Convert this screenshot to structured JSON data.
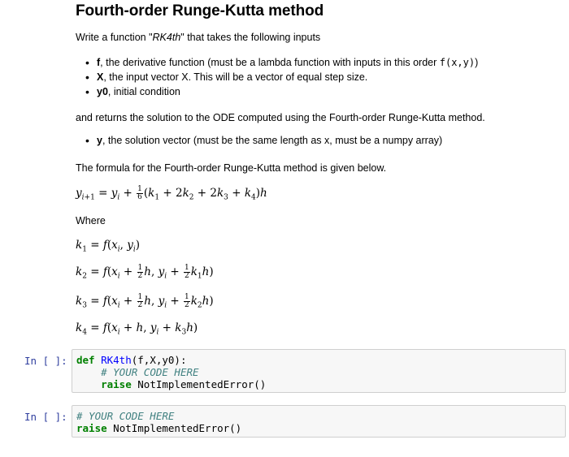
{
  "title": "Fourth-order Runge-Kutta method",
  "intro": {
    "prefix": "Write a function \"",
    "name": "RK4th",
    "suffix": "\" that takes the following inputs"
  },
  "inputs": [
    {
      "name": "f",
      "text": ", the derivative function (must be a lambda function with inputs in this order ",
      "code": "f(x,y)",
      "tail": ")"
    },
    {
      "name": "X",
      "text": ", the input vector X. This will be a vector of equal step size.",
      "code": "",
      "tail": ""
    },
    {
      "name": "y0",
      "text": ", initial condition",
      "code": "",
      "tail": ""
    }
  ],
  "returns_text": "and returns the solution to the ODE computed using the Fourth-order Runge-Kutta method.",
  "outputs": [
    {
      "name": "y",
      "text": ", the solution vector (must be the same length as x, must be a numpy array)"
    }
  ],
  "formula_intro": "The formula for the Fourth-order Runge-Kutta method is given below.",
  "where_label": "Where",
  "cells": [
    {
      "prompt": "In [ ]:",
      "def_kw": "def",
      "func_name": "RK4th",
      "signature": "(f,X,y0):",
      "comment": "# YOUR CODE HERE",
      "raise_kw": "raise",
      "raise_text": " NotImplementedError()"
    },
    {
      "prompt": "In [ ]:",
      "comment": "# YOUR CODE HERE",
      "raise_kw": "raise",
      "raise_text": " NotImplementedError()"
    }
  ]
}
